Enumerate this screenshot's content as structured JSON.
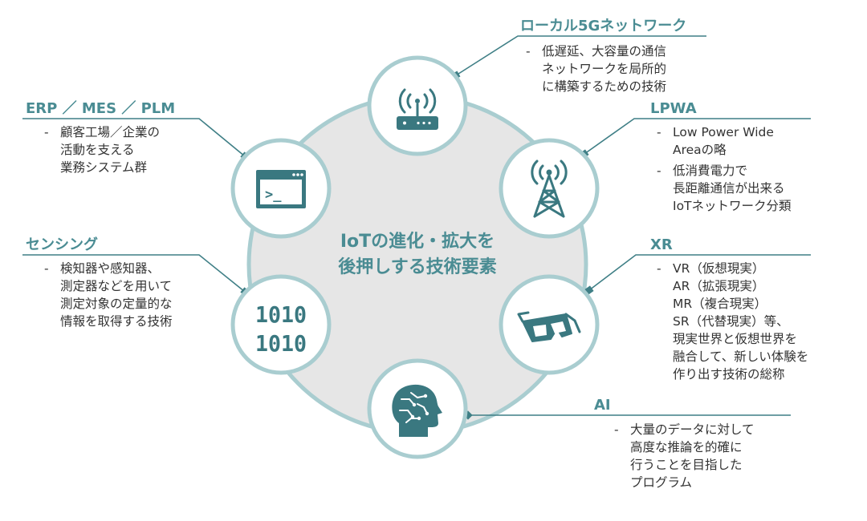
{
  "center_title": [
    "IoTの進化・拡大を",
    "後押しする技術要素"
  ],
  "items": {
    "local5g": {
      "label": "ローカル5Gネットワーク",
      "icon": "router-icon",
      "bullets": [
        [
          "低遅延、大容量の通信",
          "ネットワークを局所的",
          "に構築するための技術"
        ]
      ]
    },
    "lpwa": {
      "label": "LPWA",
      "icon": "cell-tower-icon",
      "bullets": [
        [
          "Low Power Wide",
          "Areaの略"
        ],
        [
          "低消費電力で",
          "長距離通信が出来る",
          "IoTネットワーク分類"
        ]
      ]
    },
    "xr": {
      "label": "XR",
      "icon": "vr-glasses-icon",
      "bullets": [
        [
          "VR（仮想現実）",
          "AR（拡張現実）",
          "MR（複合現実）",
          "SR（代替現実）等、",
          "現実世界と仮想世界を",
          "融合して、新しい体験を",
          "作り出す技術の総称"
        ]
      ]
    },
    "ai": {
      "label": "AI",
      "icon": "ai-head-icon",
      "bullets": [
        [
          "大量のデータに対して",
          "高度な推論を的確に",
          "行うことを目指した",
          "プログラム"
        ]
      ]
    },
    "sensing": {
      "label": "センシング",
      "icon": "binary-icon",
      "bullets": [
        [
          "検知器や感知器、",
          "測定器などを用いて",
          "測定対象の定量的な",
          "情報を取得する技術"
        ]
      ]
    },
    "erp": {
      "label": "ERP ／ MES ／ PLM",
      "icon": "terminal-window-icon",
      "bullets": [
        [
          "顧客工場／企業の",
          "活動を支える",
          "業務システム群"
        ]
      ]
    }
  },
  "binary_text": [
    "1010",
    "1010"
  ],
  "terminal_prompt": ">_",
  "colors": {
    "accent": "#4a8c93",
    "icon": "#3a7880",
    "ring_fill": "#e6e6e6",
    "ring_stroke": "#a9cdd0",
    "text": "#333333",
    "line": "#3f7f86"
  }
}
